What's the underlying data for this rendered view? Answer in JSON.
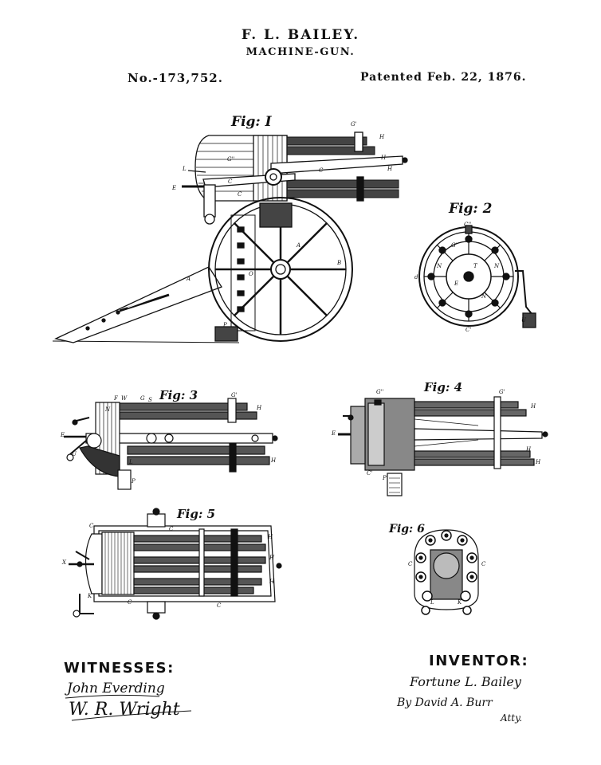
{
  "header": {
    "inventor_name": "F. L. BAILEY.",
    "title": "MACHINE-GUN.",
    "patent_number": "No.-173,752.",
    "patent_date": "Patented Feb. 22, 1876."
  },
  "figures": {
    "fig1": "Fig: I",
    "fig2": "Fig: 2",
    "fig3": "Fig: 3",
    "fig4": "Fig: 4",
    "fig5": "Fig: 5",
    "fig6": "Fig: 6"
  },
  "letters": {
    "fig1": [
      "G'",
      "H",
      "G''",
      "H",
      "C",
      "H",
      "L",
      "E",
      "C",
      "C",
      "A",
      "B",
      "A",
      "O",
      "P"
    ],
    "fig2": [
      "C''",
      "G'",
      "N",
      "T",
      "N",
      "E",
      "N",
      "O",
      "C'",
      "U",
      "d"
    ],
    "fig3": [
      "F",
      "W",
      "G",
      "S",
      "G'",
      "N",
      "H",
      "E",
      "U",
      "L",
      "H",
      "P"
    ],
    "fig4": [
      "G''",
      "G'",
      "H",
      "H",
      "E",
      "C'",
      "H",
      "P"
    ],
    "fig5": [
      "C",
      "H",
      "X",
      "H",
      "K",
      "C",
      "C",
      "H",
      "C"
    ],
    "fig6": [
      "C",
      "C",
      "L",
      "K"
    ]
  },
  "witnesses": {
    "heading": "WITNESSES:",
    "signature_1": "John Everding",
    "signature_2": "W. R. Wright"
  },
  "inventor": {
    "heading": "INVENTOR:",
    "signature": "Fortune L. Bailey",
    "by_line": "By David A. Burr",
    "atty": "Atty."
  }
}
